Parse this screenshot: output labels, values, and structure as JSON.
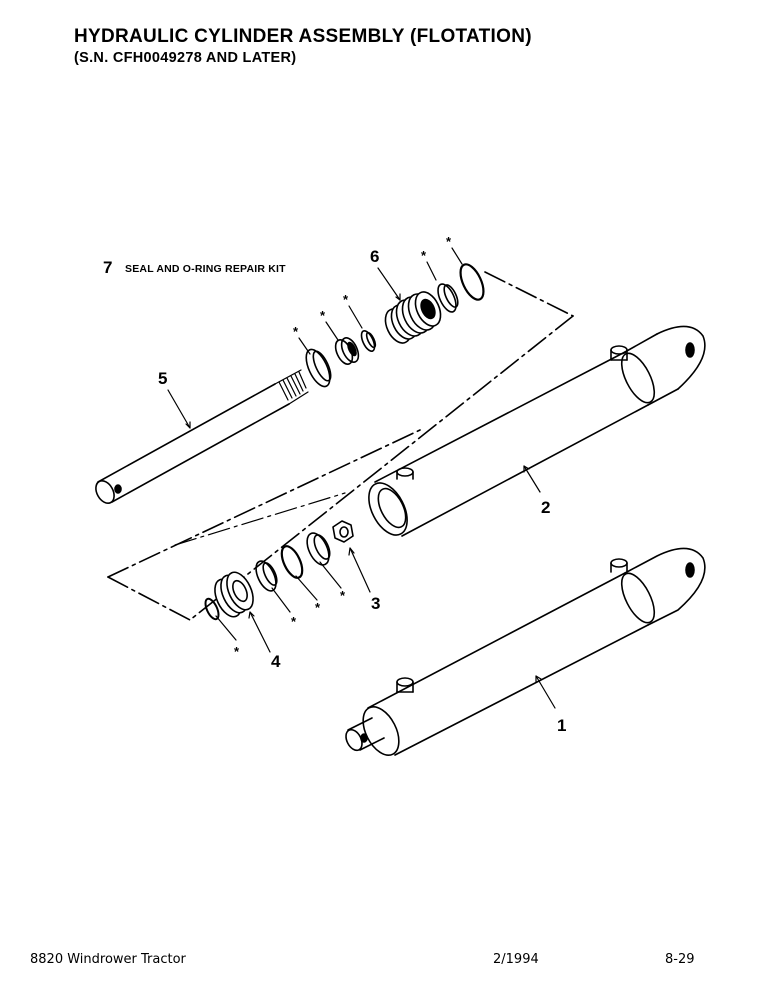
{
  "header": {
    "title": "HYDRAULIC CYLINDER ASSEMBLY (FLOTATION)",
    "subtitle": "(S.N. CFH0049278 AND LATER)"
  },
  "kit": {
    "number": "7",
    "label": "SEAL AND O-RING REPAIR KIT"
  },
  "callouts": {
    "c1": "1",
    "c2": "2",
    "c3": "3",
    "c4": "4",
    "c5": "5",
    "c6": "6",
    "star": "*"
  },
  "footer": {
    "left": "8820 Windrower Tractor",
    "center": "2/1994",
    "right": "8-29"
  }
}
